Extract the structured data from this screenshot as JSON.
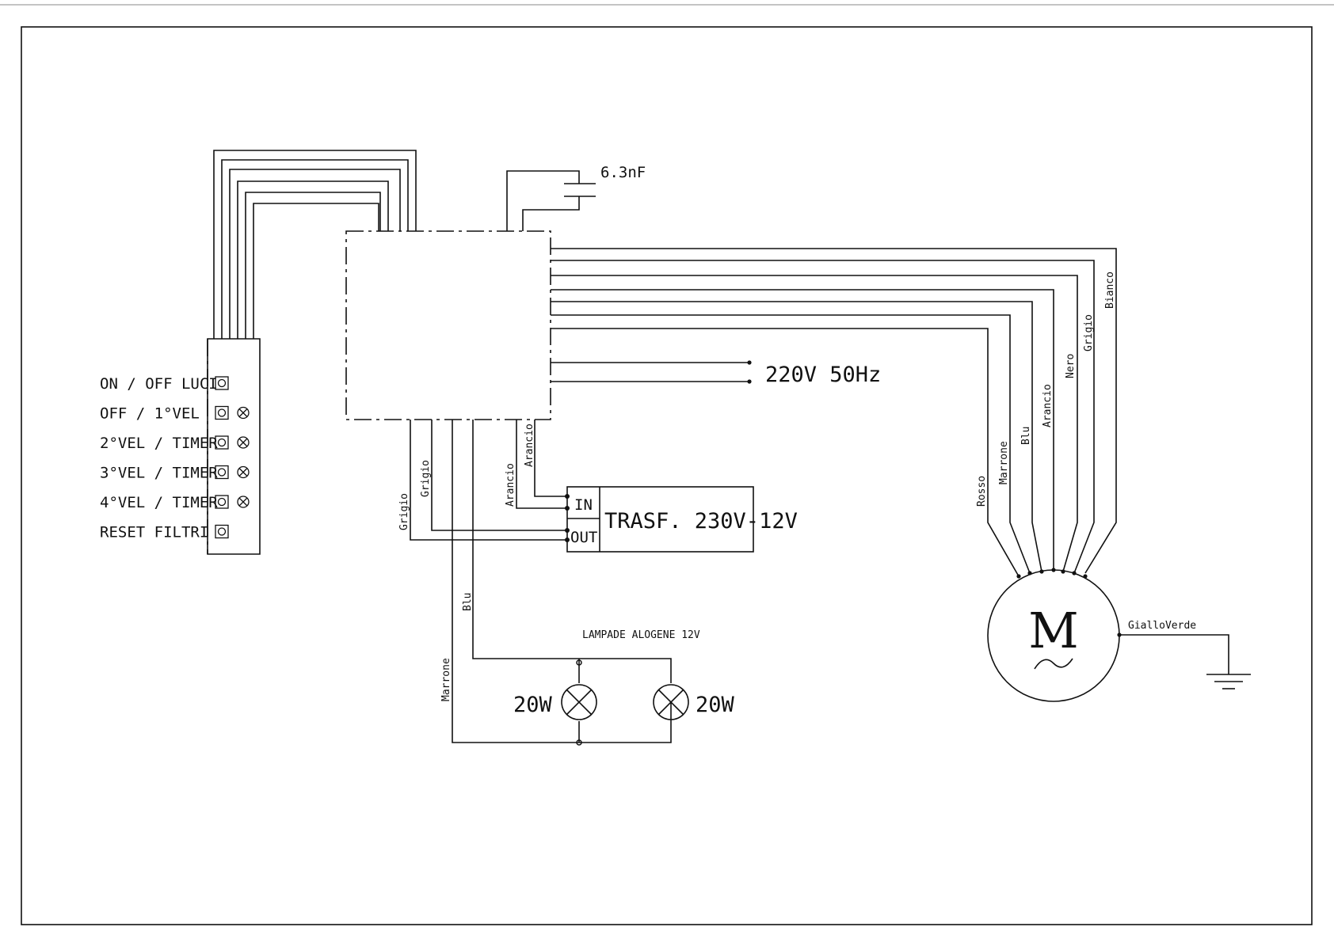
{
  "capacitor": {
    "label": "6.3nF"
  },
  "power": {
    "label": "220V 50Hz"
  },
  "control_panel": {
    "rows": [
      {
        "label": "ON / OFF LUCI",
        "indicator": false
      },
      {
        "label": "OFF / 1°VEL",
        "indicator": true
      },
      {
        "label": "2°VEL / TIMER",
        "indicator": true
      },
      {
        "label": "3°VEL / TIMER",
        "indicator": true
      },
      {
        "label": "4°VEL / TIMER",
        "indicator": true
      },
      {
        "label": "RESET FILTRI",
        "indicator": false
      }
    ]
  },
  "transformer": {
    "in_label": "IN",
    "out_label": "OUT",
    "title": "TRASF. 230V-12V"
  },
  "lamps": {
    "title": "LAMPADE ALOGENE 12V",
    "left_watt": "20W",
    "right_watt": "20W"
  },
  "motor": {
    "symbol": "M",
    "wires": [
      "Rosso",
      "Marrone",
      "Blu",
      "Arancio",
      "Nero",
      "Grigio",
      "Bianco"
    ],
    "ground_label": "GialloVerde"
  },
  "wire_labels": {
    "grigio_1": "Grigio",
    "grigio_2": "Grigio",
    "arancio_1": "Arancio",
    "arancio_2": "Arancio",
    "blu": "Blu",
    "marrone": "Marrone"
  }
}
